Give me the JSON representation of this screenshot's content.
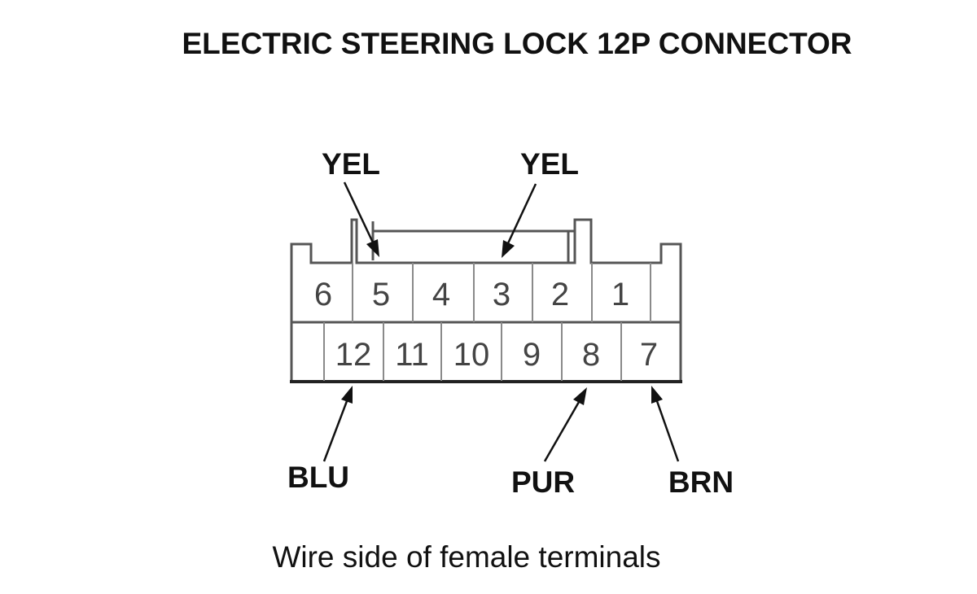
{
  "title": "ELECTRIC STEERING LOCK 12P CONNECTOR",
  "caption": "Wire side of female terminals",
  "connector": {
    "top_row": [
      "6",
      "5",
      "4",
      "3",
      "2",
      "1"
    ],
    "bottom_row": [
      "12",
      "11",
      "10",
      "9",
      "8",
      "7"
    ]
  },
  "wire_labels": [
    {
      "text": "YEL",
      "terminal": "5"
    },
    {
      "text": "YEL",
      "terminal": "3"
    },
    {
      "text": "BLU",
      "terminal": "12"
    },
    {
      "text": "PUR",
      "terminal": "8"
    },
    {
      "text": "BRN",
      "terminal": "7"
    }
  ]
}
